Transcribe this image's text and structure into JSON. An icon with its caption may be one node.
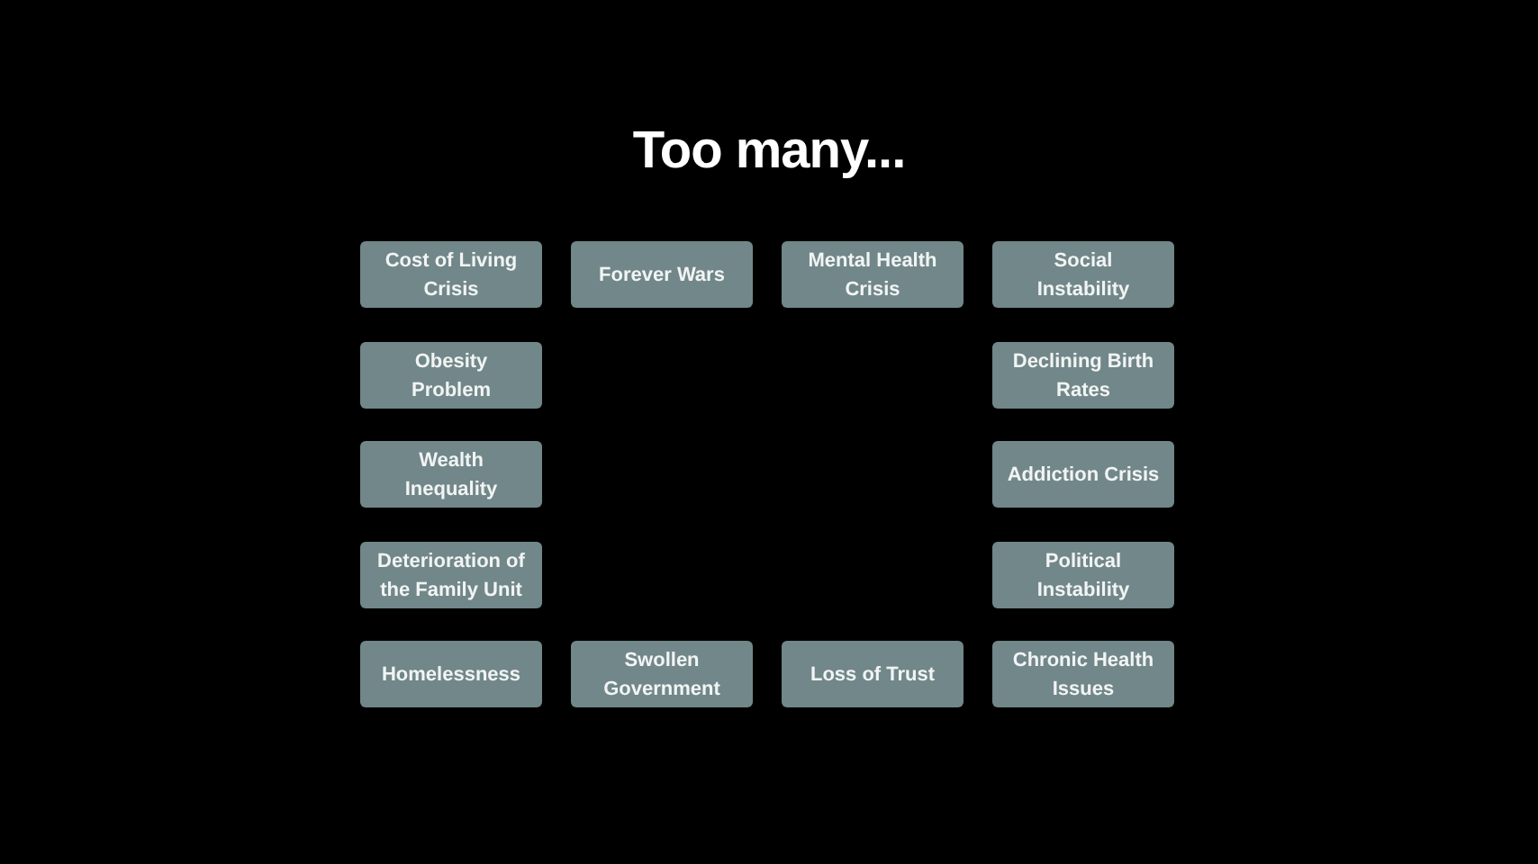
{
  "diagram": {
    "title": "Too many...",
    "nodes": [
      {
        "text": [
          "Cost of Living Crisis"
        ]
      },
      {
        "text": [
          "Forever Wars"
        ]
      },
      {
        "text": [
          "Mental Health Crisis"
        ]
      },
      {
        "text": [
          "Social Instability"
        ]
      },
      {
        "text": [
          "Obesity Problem"
        ]
      },
      {
        "text": [
          "Declining Birth Rates"
        ]
      },
      {
        "text": [
          "Wealth Inequality"
        ]
      },
      {
        "text": [
          "Addiction Crisis"
        ]
      },
      {
        "text": [
          "Deterioration of the Family Unit"
        ]
      },
      {
        "text": [
          "Political Instability"
        ]
      },
      {
        "text": [
          "Homelessness"
        ]
      },
      {
        "text": [
          "Swollen Government"
        ]
      },
      {
        "text": [
          "Loss of Trust"
        ]
      },
      {
        "text": [
          "Chronic Health Issues"
        ]
      }
    ]
  }
}
